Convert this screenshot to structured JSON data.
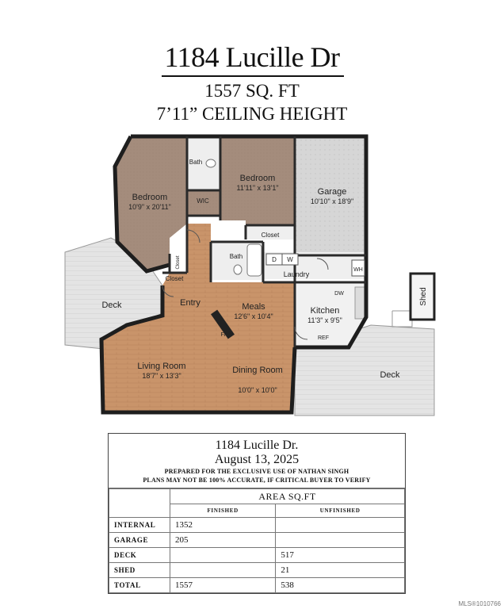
{
  "header": {
    "title": "1184 Lucille Dr",
    "sqft": "1557 SQ. FT",
    "ceiling": "7’11” CEILING HEIGHT"
  },
  "plan": {
    "rooms": {
      "bedroom1": {
        "name": "Bedroom",
        "dims": "10'9\" x 20'11\""
      },
      "bedroom2": {
        "name": "Bedroom",
        "dims": "11'11\" x 13'1\""
      },
      "garage": {
        "name": "Garage",
        "dims": "10'10\" x 18'9\""
      },
      "meals": {
        "name": "Meals",
        "dims": "12'6\" x 10'4\""
      },
      "kitchen": {
        "name": "Kitchen",
        "dims": "11'3\" x 9'5\""
      },
      "living": {
        "name": "Living Room",
        "dims": "18'7\" x 13'3\""
      },
      "dining": {
        "name": "Dining Room",
        "dims": "10'0\" x 10'0\""
      }
    },
    "labels": {
      "bath1": "Bath",
      "wic": "WIC",
      "closet1": "Closet",
      "bath2": "Bath",
      "d": "D",
      "w": "W",
      "laundry": "Laundry",
      "wh": "WH",
      "closet2": "Closet",
      "closet3": "Closet",
      "entry": "Entry",
      "fp": "FP",
      "dw": "DW",
      "ref": "REF",
      "deck_left": "Deck",
      "deck_right": "Deck",
      "shed": "Shed"
    }
  },
  "info": {
    "address": "1184 Lucille Dr.",
    "date": "August 13, 2025",
    "prepared": "PREPARED FOR THE EXCLUSIVE USE OF NATHAN SINGH",
    "disclaimer": "PLANS MAY NOT BE 100% ACCURATE, IF CRITICAL BUYER TO VERIFY",
    "table_title": "AREA SQ.FT",
    "col_finished": "FINISHED",
    "col_unfinished": "UNFINISHED",
    "rows": [
      {
        "label": "INTERNAL",
        "finished": "1352",
        "unfinished": ""
      },
      {
        "label": "GARAGE",
        "finished": "205",
        "unfinished": ""
      },
      {
        "label": "DECK",
        "finished": "",
        "unfinished": "517"
      },
      {
        "label": "SHED",
        "finished": "",
        "unfinished": "21"
      },
      {
        "label": "TOTAL",
        "finished": "1557",
        "unfinished": "538"
      }
    ]
  },
  "footer": {
    "mls": "MLS®1010766"
  }
}
